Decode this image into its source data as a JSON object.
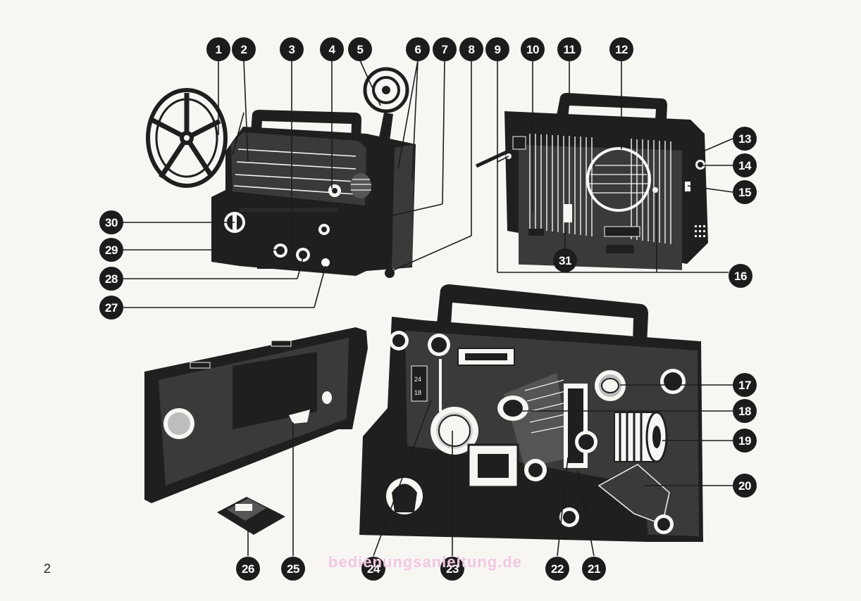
{
  "page_number": "2",
  "watermark": "bedienungsanleitung.de",
  "frame_rates": [
    "24",
    "18"
  ],
  "callouts": [
    {
      "n": "1"
    },
    {
      "n": "2"
    },
    {
      "n": "3"
    },
    {
      "n": "4"
    },
    {
      "n": "5"
    },
    {
      "n": "6"
    },
    {
      "n": "7"
    },
    {
      "n": "8"
    },
    {
      "n": "9"
    },
    {
      "n": "10"
    },
    {
      "n": "11"
    },
    {
      "n": "12"
    },
    {
      "n": "13"
    },
    {
      "n": "14"
    },
    {
      "n": "15"
    },
    {
      "n": "16"
    },
    {
      "n": "17"
    },
    {
      "n": "18"
    },
    {
      "n": "19"
    },
    {
      "n": "20"
    },
    {
      "n": "21"
    },
    {
      "n": "22"
    },
    {
      "n": "23"
    },
    {
      "n": "24"
    },
    {
      "n": "25"
    },
    {
      "n": "26"
    },
    {
      "n": "27"
    },
    {
      "n": "28"
    },
    {
      "n": "29"
    },
    {
      "n": "30"
    },
    {
      "n": "31"
    }
  ]
}
